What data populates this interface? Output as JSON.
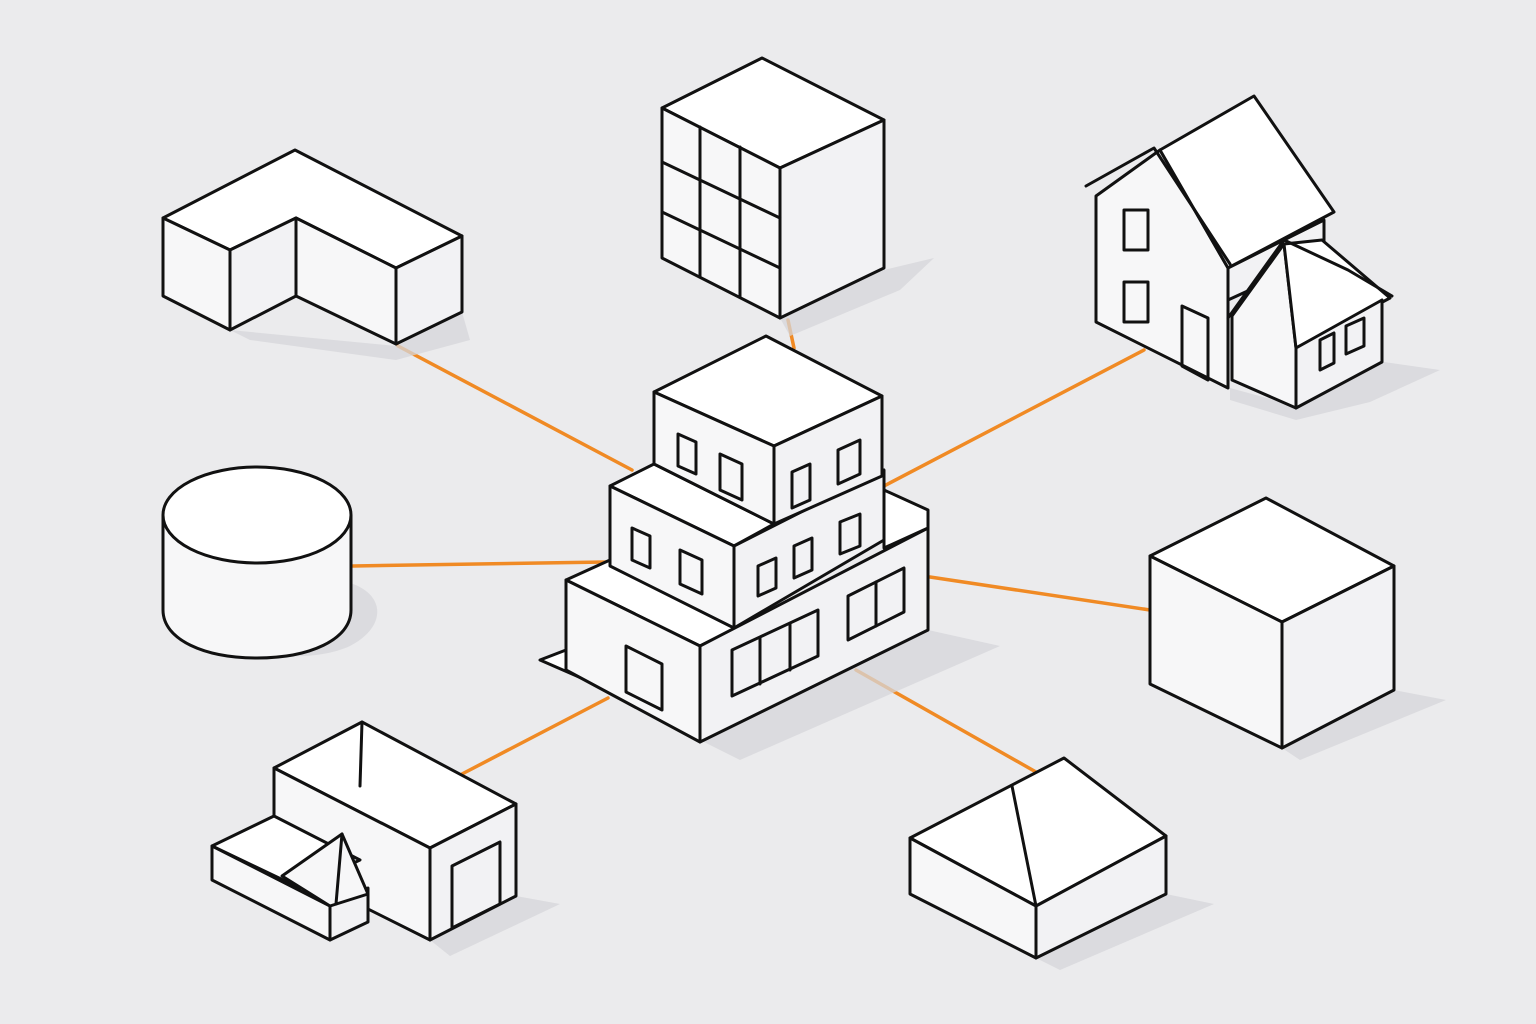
{
  "diagram": {
    "type": "hub-and-spoke",
    "hub": "multi-story-building",
    "nodes": [
      "l-shaped-block",
      "grid-cube",
      "gabled-house",
      "cylinder",
      "plain-cube",
      "warehouse-with-annex",
      "hip-roof-block"
    ],
    "edges": [
      [
        "multi-story-building",
        "l-shaped-block"
      ],
      [
        "multi-story-building",
        "grid-cube"
      ],
      [
        "multi-story-building",
        "gabled-house"
      ],
      [
        "multi-story-building",
        "cylinder"
      ],
      [
        "multi-story-building",
        "plain-cube"
      ],
      [
        "multi-story-building",
        "warehouse-with-annex"
      ],
      [
        "multi-story-building",
        "hip-roof-block"
      ]
    ]
  },
  "colors": {
    "background": "#ebebed",
    "connector": "#f08a24",
    "outline": "#111111",
    "face": "#ffffff",
    "shadow": "#d6d6da"
  }
}
